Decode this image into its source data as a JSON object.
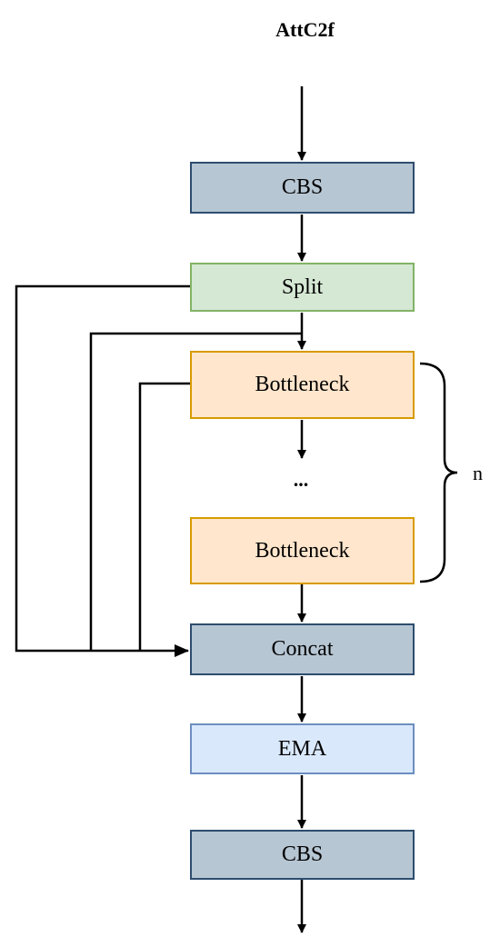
{
  "title": "AttC2f",
  "blocks": {
    "cbs_top": "CBS",
    "split": "Split",
    "bottleneck_1": "Bottleneck",
    "ellipsis": "...",
    "bottleneck_n": "Bottleneck",
    "concat": "Concat",
    "ema": "EMA",
    "cbs_bottom": "CBS"
  },
  "repeat_label": "n",
  "colors": {
    "gray_fill": "#b7c6d3",
    "gray_border": "#2d4d6e",
    "green_fill": "#d5e8d4",
    "green_border": "#82b366",
    "orange_fill": "#ffe6cc",
    "orange_border": "#d79b00",
    "blue_fill": "#dae8fc",
    "blue_border": "#6c8ebf"
  }
}
